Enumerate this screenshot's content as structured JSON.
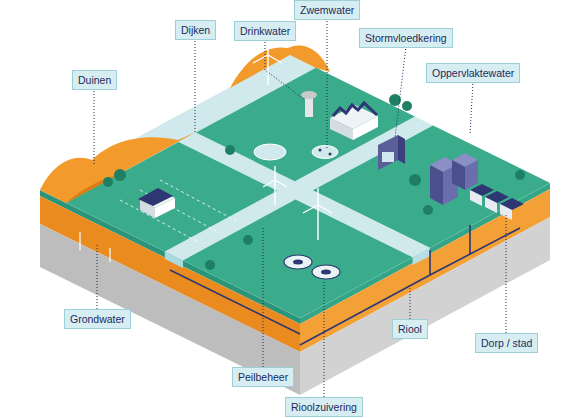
{
  "diagram": {
    "nodes": [
      {
        "text": [
          "Zwemwater"
        ]
      },
      {
        "text": [
          "Dijken"
        ]
      },
      {
        "text": [
          "Drinkwater"
        ]
      },
      {
        "text": [
          "Stormvloedkering"
        ]
      },
      {
        "text": [
          "Oppervlaktewater"
        ]
      },
      {
        "text": [
          "Duinen"
        ]
      },
      {
        "text": [
          "Grondwater"
        ]
      },
      {
        "text": [
          "Riool"
        ]
      },
      {
        "text": [
          "Dorp / stad"
        ]
      },
      {
        "text": [
          "Peilbeheer"
        ]
      },
      {
        "text": [
          "Rioolzuivering"
        ]
      }
    ]
  }
}
